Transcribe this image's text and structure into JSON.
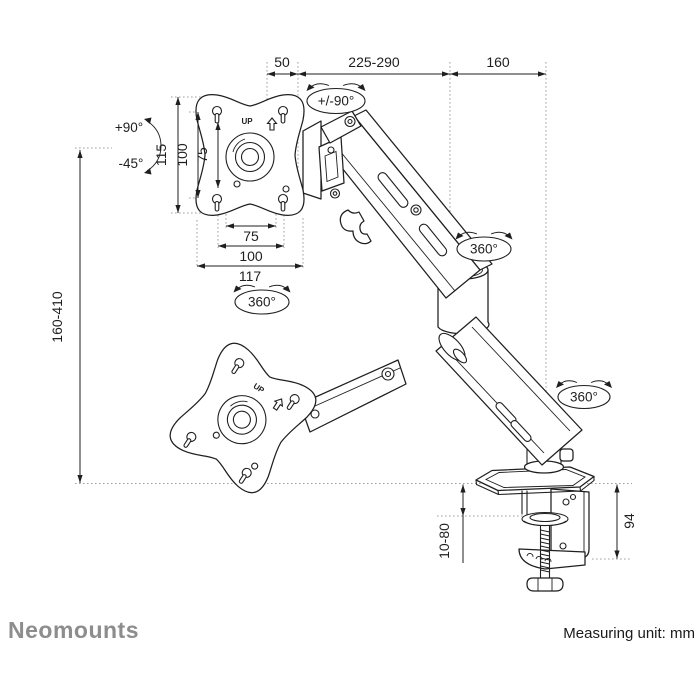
{
  "diagram": {
    "dims": {
      "offset_50": "50",
      "arm_reach": "225-290",
      "base_offset": "160",
      "plate_height": "115",
      "vesa_vertical_100": "100",
      "vesa_vertical_75": "75",
      "vesa_horizontal_75": "75",
      "vesa_horizontal_100": "100",
      "plate_width": "117",
      "height_range": "160-410",
      "clamp_range": "10-80",
      "clamp_height": "94"
    },
    "angles": {
      "tilt_up": "+90°",
      "tilt_down": "-45°",
      "swivel": "+/-90°",
      "rotation_head": "360°",
      "rotation_elbow": "360°",
      "rotation_base": "360°"
    },
    "labels": {
      "up_main": "UP",
      "up_ghost": "UP"
    }
  },
  "footer": {
    "brand": "Neomounts",
    "unit_note": "Measuring unit: mm"
  },
  "colors": {
    "line": "#1f1f1f",
    "dim": "#1f1f1f",
    "extension": "#a0a0a0",
    "brand_gray": "#8d8d8d",
    "background": "#ffffff"
  }
}
